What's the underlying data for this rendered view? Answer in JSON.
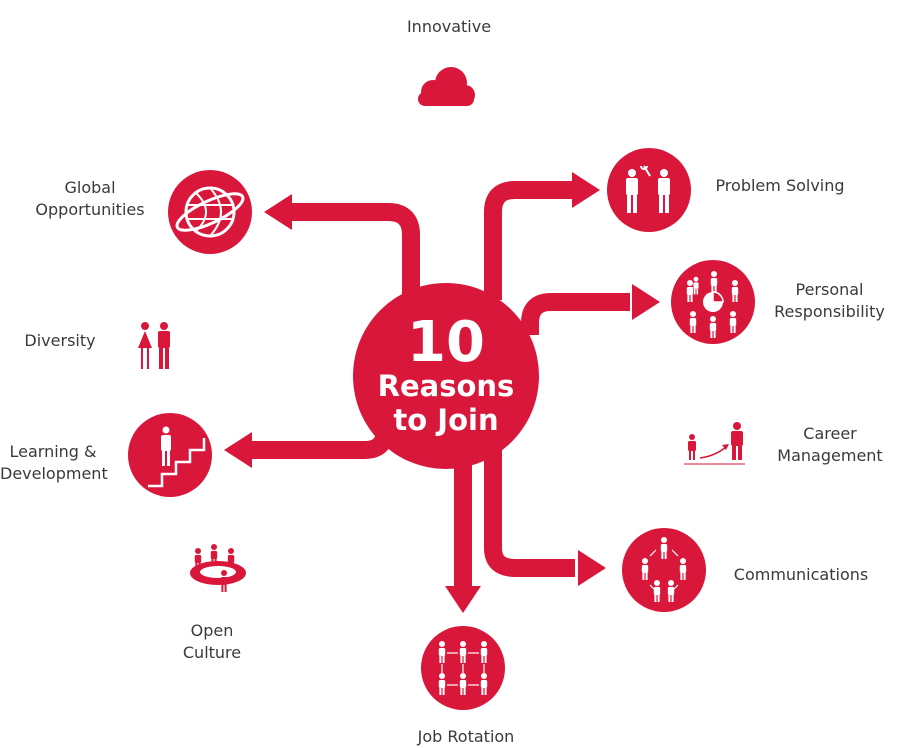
{
  "accent_color": "#d9173a",
  "center": {
    "number": "10",
    "line1": "Reasons",
    "line2": "to Join"
  },
  "reasons": {
    "innovative": {
      "label": "Innovative",
      "icon": "cloud-icon"
    },
    "global": {
      "line1": "Global",
      "line2": "Opportunities",
      "icon": "globe-icon"
    },
    "diversity": {
      "label": "Diversity",
      "icon": "man-woman-icon"
    },
    "learning": {
      "line1": "Learning &",
      "line2": "Development",
      "icon": "stairs-icon"
    },
    "open_culture": {
      "line1": "Open",
      "line2": "Culture",
      "icon": "meeting-table-icon"
    },
    "job_rotation": {
      "label": "Job Rotation",
      "icon": "people-grid-icon"
    },
    "communications": {
      "label": "Communications",
      "icon": "people-circle-icon"
    },
    "career": {
      "line1": "Career",
      "line2": "Management",
      "icon": "growth-people-icon"
    },
    "personal": {
      "line1": "Personal",
      "line2": "Responsibility",
      "icon": "pie-people-icon"
    },
    "problem": {
      "label": "Problem Solving",
      "icon": "wrench-people-icon"
    }
  }
}
